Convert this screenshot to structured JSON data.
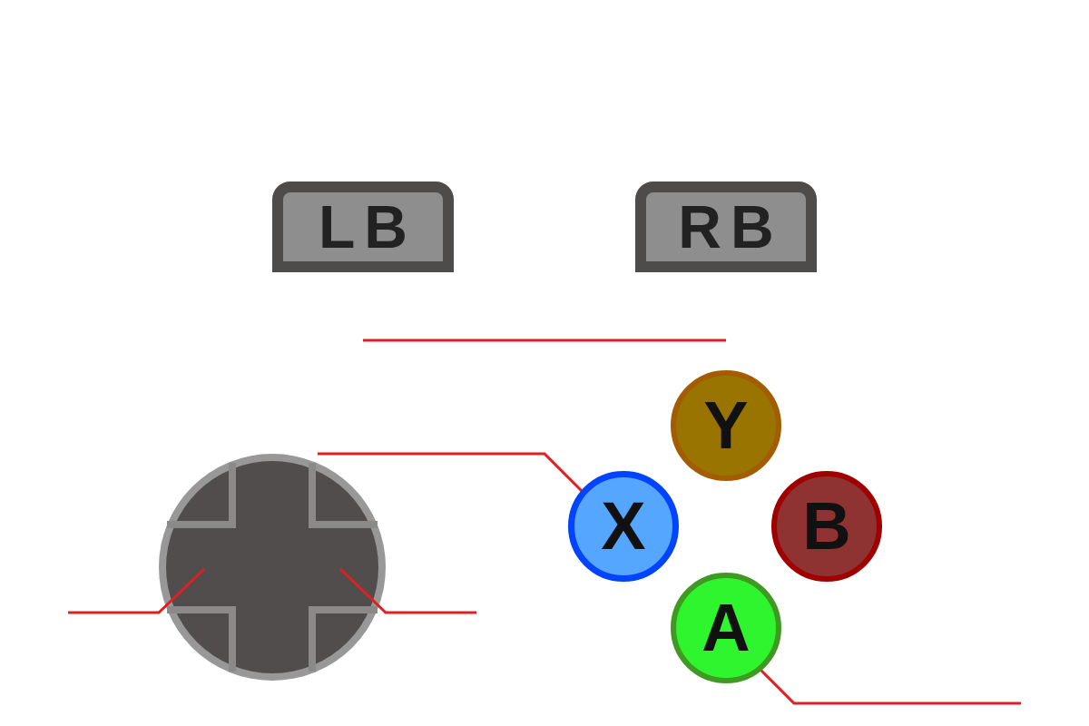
{
  "diagram": {
    "nodes": [
      {
        "text": [
          "LB"
        ]
      },
      {
        "text": [
          "RB"
        ]
      },
      {
        "text": [
          "Y"
        ]
      },
      {
        "text": [
          "X"
        ]
      },
      {
        "text": [
          "B"
        ]
      },
      {
        "text": [
          "A"
        ]
      }
    ]
  }
}
